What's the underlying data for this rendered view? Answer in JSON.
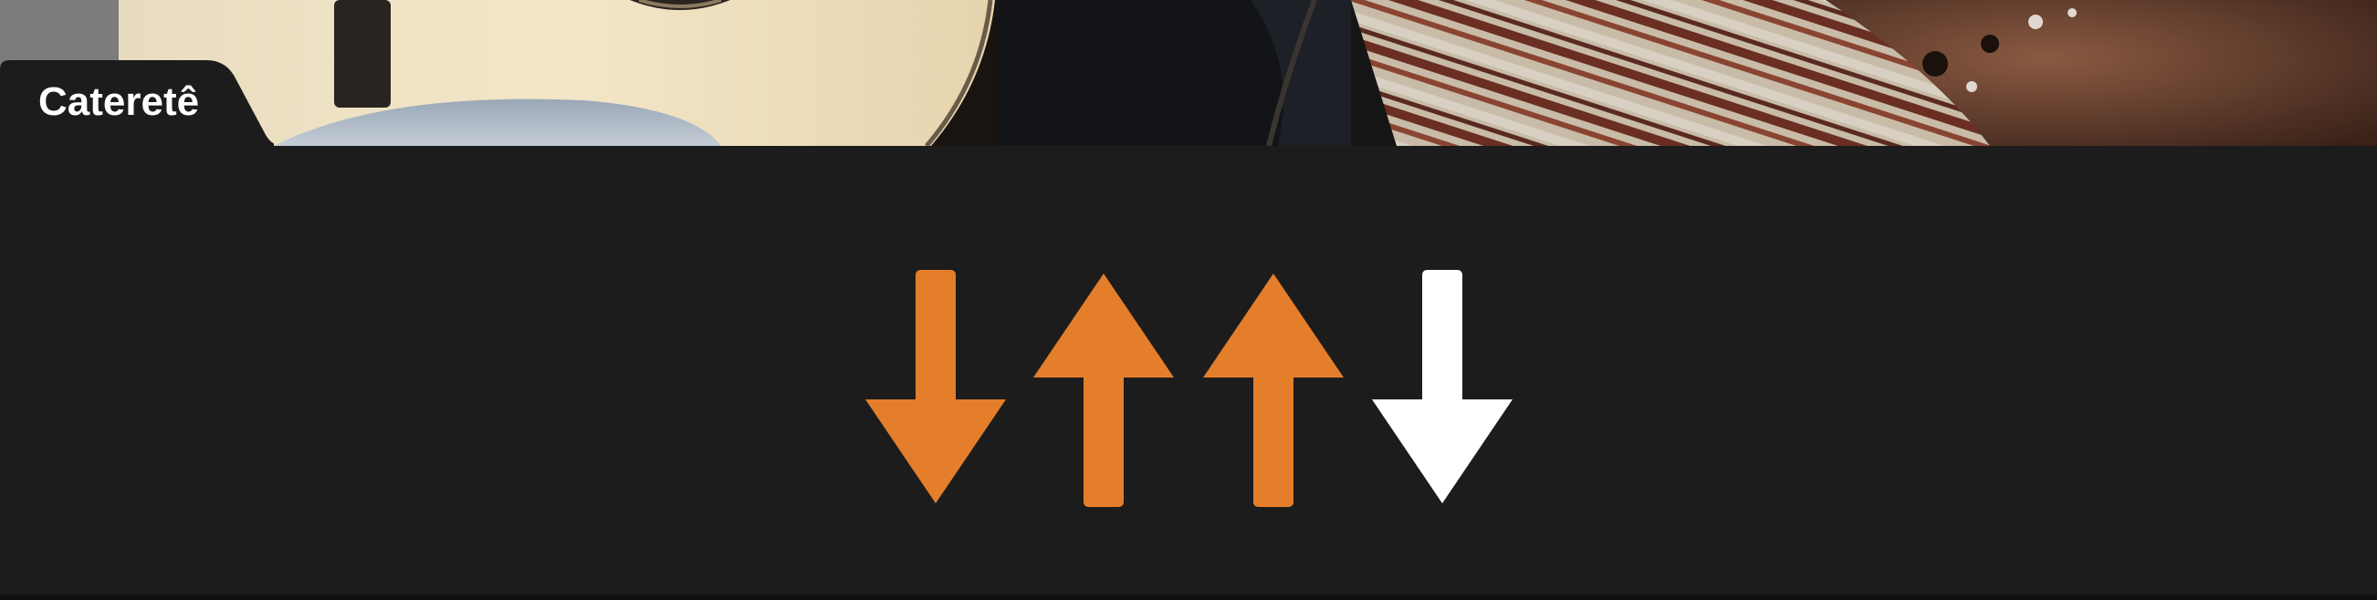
{
  "title": "Cateretê",
  "colors": {
    "background": "#1c1c1c",
    "accent_orange": "#e57e2b",
    "neutral_white": "#ffffff"
  },
  "video": {
    "description_icon": "video-frame-guitar-player"
  },
  "strum_pattern": {
    "arrows": [
      {
        "direction": "down",
        "color": "#e57e2b",
        "icon": "arrow-down-icon"
      },
      {
        "direction": "up",
        "color": "#e57e2b",
        "icon": "arrow-up-icon"
      },
      {
        "direction": "up",
        "color": "#e57e2b",
        "icon": "arrow-up-icon"
      },
      {
        "direction": "down",
        "color": "#ffffff",
        "icon": "arrow-down-icon"
      }
    ]
  }
}
